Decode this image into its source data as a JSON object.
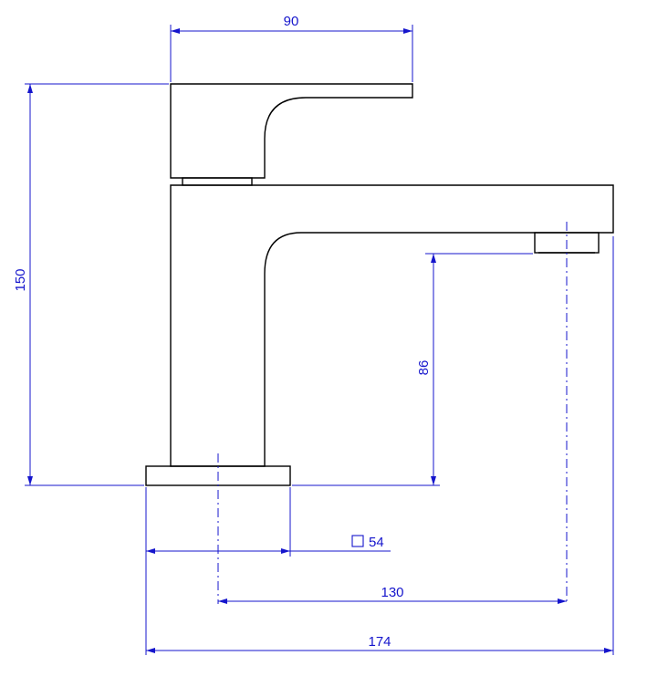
{
  "dimensions": {
    "handle_width": "90",
    "overall_height": "150",
    "spout_height": "86",
    "base_square": "54",
    "base_square_symbol": "square-symbol-icon",
    "spout_projection": "130",
    "overall_depth": "174"
  },
  "colors": {
    "outline": "#000000",
    "dimension": "#1515cc"
  }
}
